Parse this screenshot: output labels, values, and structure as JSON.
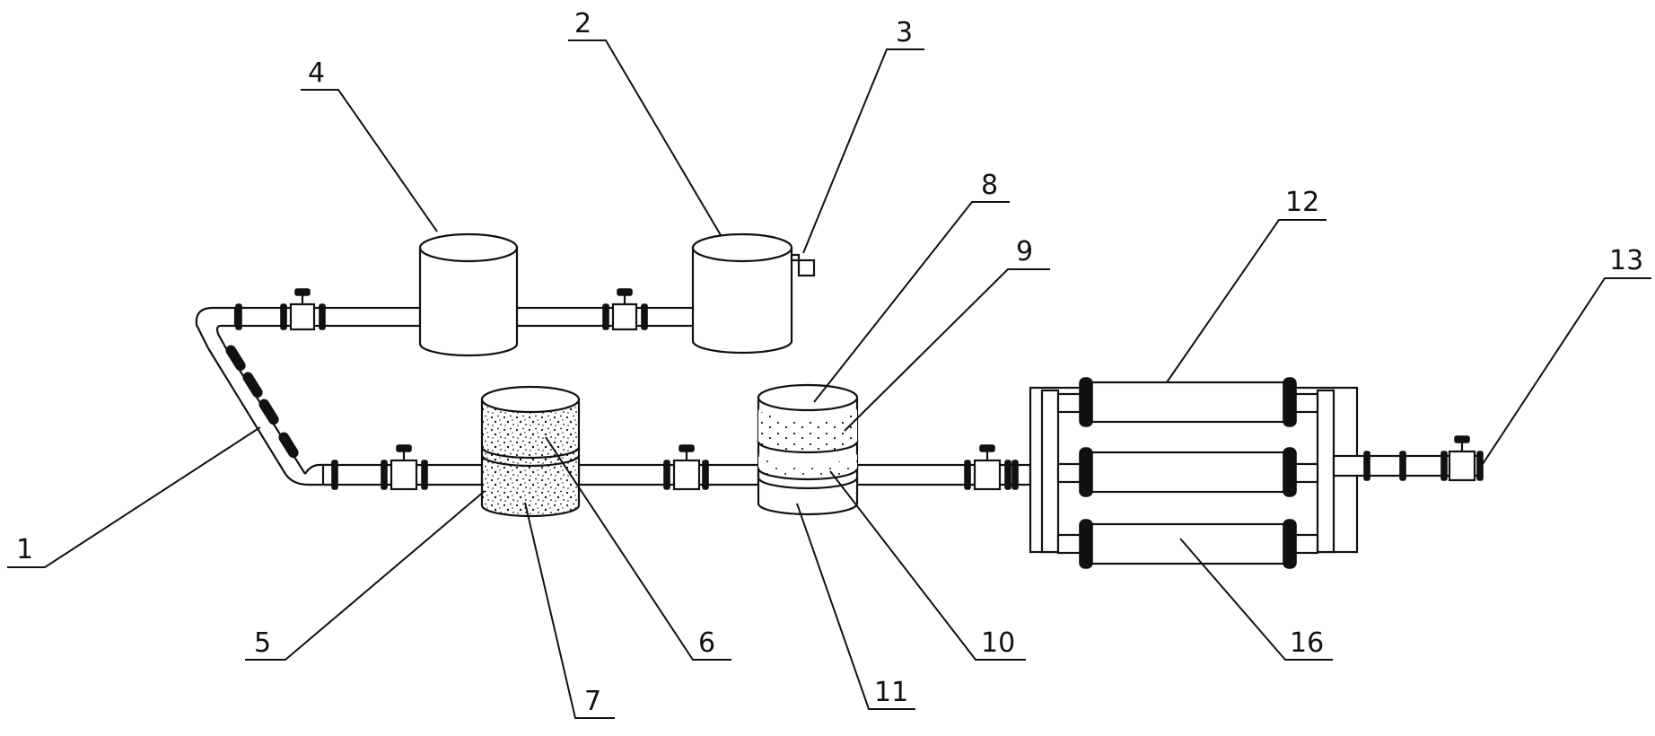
{
  "diagram": {
    "labels": {
      "l1": "1",
      "l2": "2",
      "l3": "3",
      "l4": "4",
      "l5": "5",
      "l6": "6",
      "l7": "7",
      "l8": "8",
      "l9": "9",
      "l10": "10",
      "l11": "11",
      "l12": "12",
      "l13": "13",
      "l16": "16"
    }
  }
}
